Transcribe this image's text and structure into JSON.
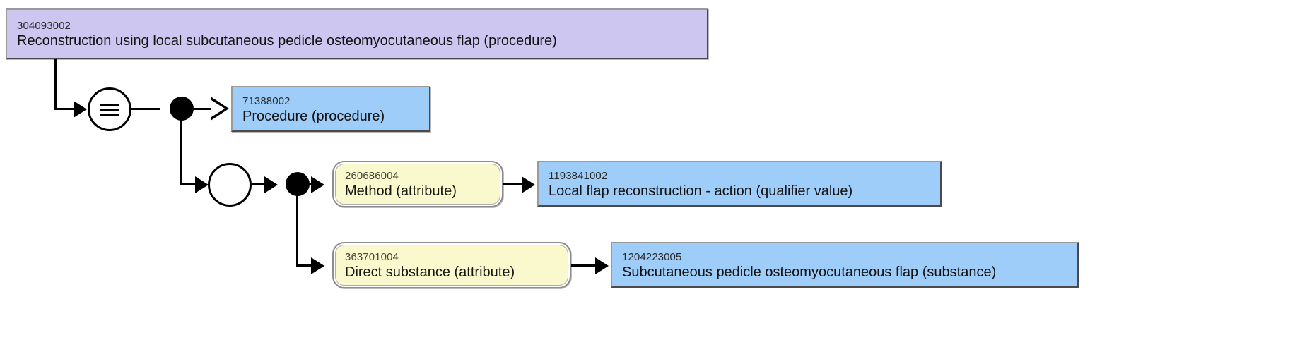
{
  "diagram": {
    "type": "snomed-ct-concept-model",
    "root": {
      "sctid": "304093002",
      "term": "Reconstruction using local subcutaneous pedicle osteomyocutaneous flap (procedure)",
      "fill": "#ccc6f0"
    },
    "equivalence_node": {
      "glyph": "equivalent-to"
    },
    "is_a": {
      "arrow": "hollow-triangle",
      "target": {
        "sctid": "71388002",
        "term": "Procedure (procedure)",
        "fill": "#9dcdf8"
      }
    },
    "role_group": {
      "node": "empty-circle",
      "relationships": [
        {
          "attribute": {
            "sctid": "260686004",
            "term": "Method (attribute)",
            "fill": "#faf8cd"
          },
          "value": {
            "sctid": "1193841002",
            "term": "Local flap reconstruction - action (qualifier value)",
            "fill": "#9dcdf8"
          }
        },
        {
          "attribute": {
            "sctid": "363701004",
            "term": "Direct substance (attribute)",
            "fill": "#faf8cd"
          },
          "value": {
            "sctid": "1204223005",
            "term": "Subcutaneous pedicle osteomyocutaneous flap (substance)",
            "fill": "#9dcdf8"
          }
        }
      ]
    }
  }
}
